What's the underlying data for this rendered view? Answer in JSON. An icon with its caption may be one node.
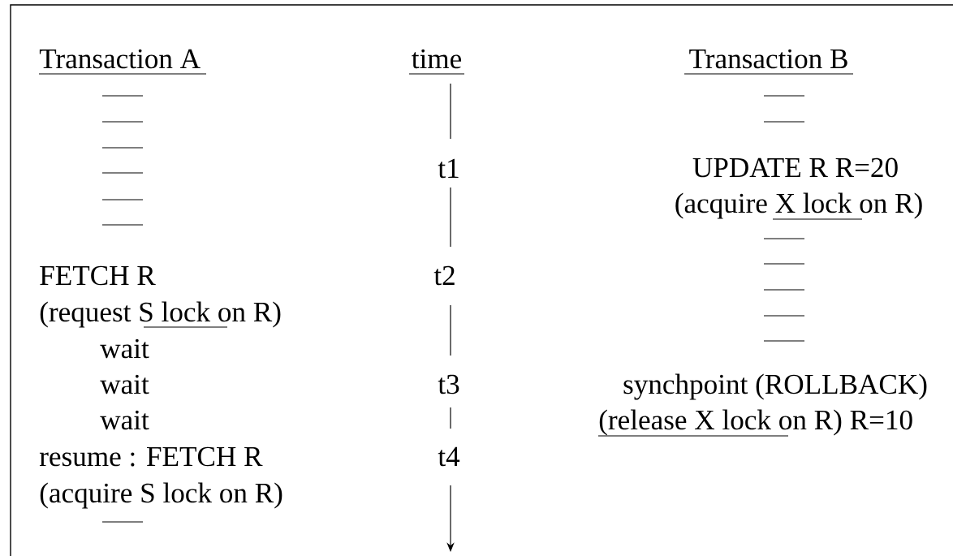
{
  "diagram": {
    "labels": [
      "Transaction A",
      "time",
      "Transaction B",
      "t1",
      "UPDATE R  R=20",
      "(acquire X lock on R)",
      "FETCH R",
      "t2",
      "(request S lock on R)",
      "wait",
      "wait",
      "t3",
      "synchpoint (ROLLBACK)",
      "wait",
      "(release X lock on R)  R=10",
      "resume  : FETCH R",
      "t4",
      "(acquire S lock on R)"
    ]
  }
}
